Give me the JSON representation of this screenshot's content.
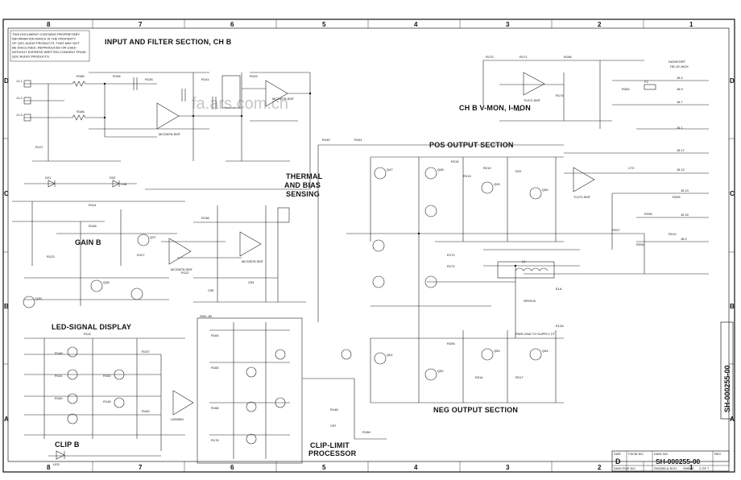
{
  "notice": [
    "THIS DOCUMENT CONTAINS PROPRIETARY",
    "INFORMATION WHICH IS THE PROPERTY",
    "OF QSC AUDIO PRODUCTS, THAT MAY NOT",
    "BE DISCLOSED, REPRODUCED OR USED",
    "WITHOUT EXPRESS WRITTEN CONSENT FROM",
    "QSC AUDIO PRODUCTS."
  ],
  "columns_top": [
    "8",
    "7",
    "6",
    "5",
    "4",
    "3",
    "2",
    "1"
  ],
  "columns_bottom": [
    "8",
    "7",
    "6",
    "5",
    "4",
    "3",
    "2",
    "1"
  ],
  "rows": [
    "D",
    "C",
    "B",
    "A"
  ],
  "watermark": "fa.ars.com.cn",
  "sections": {
    "input_filter": "INPUT AND FILTER SECTION, CH B",
    "ch_b_monitor": "CH B V-MON, I-MON",
    "pos_output": "POS OUTPUT SECTION",
    "thermal_1": "THERMAL",
    "thermal_2": "AND BIAS",
    "thermal_3": "SENSING",
    "gain": "GAIN B",
    "led_display": "LED-SIGNAL DISPLAY",
    "neg_output": "NEG OUTPUT SECTION",
    "clip_limit_1": "CLIP-LIMIT",
    "clip_limit_2": "PROCESSOR",
    "clip": "CLIP B"
  },
  "parts": {
    "u1": "MC33078-SMT",
    "u2": "MC33078-SMT",
    "u3": "MC33078-SMT",
    "u4": "MC33078-SMT",
    "u5": "TL072-SMT",
    "u6": "TL072-SMT",
    "u7": "LM339M",
    "r207": "R207",
    "r208": "R208",
    "r210": "R210",
    "r206": "R206",
    "r205": "R205",
    "r264": "R264",
    "l2": "L2",
    "f2": "F2",
    "dataport": "DATAPORT",
    "dataport_sub": "HD-15 JACK",
    "clip_led": "LED",
    "q47": "Q47",
    "q48": "Q48",
    "q49": "Q49",
    "q50": "Q50",
    "q51": "Q51",
    "q52": "Q52",
    "q53": "Q53",
    "q54": "Q54",
    "q37": "Q37",
    "q38": "Q38",
    "q39": "Q39",
    "d21": "D21",
    "d22": "D22"
  },
  "title_block": {
    "size_label": "SIZE",
    "size": "D",
    "fscm_label": "FSCM NO.",
    "dwg_label": "DWG NO.",
    "dwg_no": "SH-000255-00",
    "rev_label": "REV",
    "file_label": "DWG FILE NO.",
    "file": "SH0255-A.SCH",
    "sheet_label": "SHEET",
    "sheet": "2 OF 7",
    "side_label": "SH-000255-00"
  }
}
